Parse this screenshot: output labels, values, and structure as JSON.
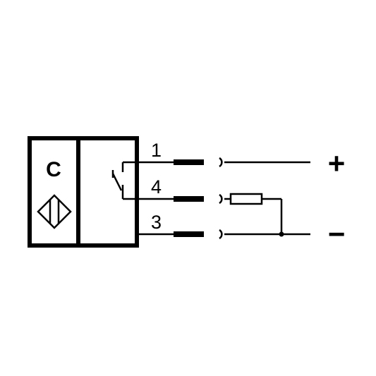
{
  "sensor": {
    "type_letter": "C"
  },
  "pins": [
    {
      "label": "1"
    },
    {
      "label": "4"
    },
    {
      "label": "3"
    }
  ],
  "terminals": {
    "positive": "+",
    "negative": "−"
  },
  "colors": {
    "stroke": "#000000",
    "background": "#ffffff"
  }
}
